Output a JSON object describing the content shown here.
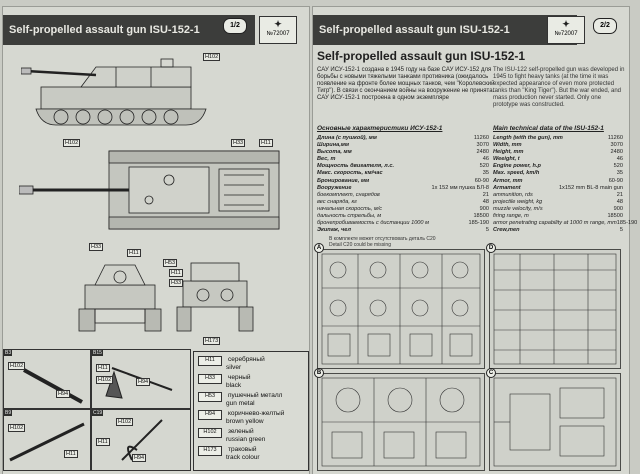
{
  "left_page": {
    "title": "Self-propelled assault gun ISU-152-1",
    "page_number": "1/2",
    "logo_number": "№72007",
    "callouts": {
      "h102_top": "H102",
      "h102_mid": "H102",
      "h33_mid": "H33",
      "h11_mid": "H11",
      "h33_low": "H33",
      "h11_low": "H11",
      "h53": "H53",
      "h11_r": "H11",
      "h33_r": "H33",
      "h173": "H173"
    },
    "insets": [
      {
        "tag": "B3",
        "codes": [
          "H102",
          "H94"
        ]
      },
      {
        "tag": "B15",
        "codes": [
          "H11",
          "H102",
          "H94"
        ]
      },
      {
        "tag": "B9",
        "codes": [
          "H102",
          "H11"
        ]
      },
      {
        "tag": "C19",
        "codes": [
          "H102",
          "H11",
          "H94"
        ]
      }
    ],
    "legend": [
      {
        "code": "H11",
        "ru": "серебряный",
        "en": "silver"
      },
      {
        "code": "H33",
        "ru": "черный",
        "en": "black"
      },
      {
        "code": "H53",
        "ru": "пушечный металл",
        "en": "gun metal"
      },
      {
        "code": "H94",
        "ru": "коричнево-желтый",
        "en": "brown yellow"
      },
      {
        "code": "H102",
        "ru": "зеленый",
        "en": "russian green"
      },
      {
        "code": "H173",
        "ru": "траковый",
        "en": "track colour"
      }
    ]
  },
  "right_page": {
    "header": "Self-propelled assault gun ISU-152-1",
    "page_number": "2/2",
    "logo_number": "№72007",
    "title": "Self-propelled assault gun ISU-152-1",
    "ru_intro": "САУ ИСУ-152-1 создана в 1945 году на базе САУ ИСУ-152 для борьбы с новыми тяжелыми танками противника (ожидалось появление на фронте более мощных танков, чем \"Королевский Тигр\"). В связи с окончанием войны на вооружение не принята. САУ ИСУ-152-1 построена в одном экземпляре",
    "en_intro": "The ISU-122 self-propelled gun was developed in 1945 to fight heavy tanks (at the time it was expected appearance of even more protected tanks than \"King Tiger\"). But the war ended, and mass production never started. Only one prototype was constructed.",
    "ru_spec_title": "Основные характеристики ИСУ-152-1",
    "en_spec_title": "Main technical data of the ISU-152-1",
    "ru_specs": [
      {
        "k": "Длина (с пушкой), мм",
        "v": "11260"
      },
      {
        "k": "Ширина,мм",
        "v": "3070"
      },
      {
        "k": "Высота, мм",
        "v": "2480"
      },
      {
        "k": "Вес, т",
        "v": "46"
      },
      {
        "k": "Мощность двигателя, л.с.",
        "v": "520"
      },
      {
        "k": "Макс. скорость, км/час",
        "v": "35"
      },
      {
        "k": "Бронирование, мм",
        "v": "60-90"
      },
      {
        "k": "Вооружение",
        "v": "1х 152 мм пушка БЛ-8"
      },
      {
        "k": "боекомплект, снарядов",
        "v": "21"
      },
      {
        "k": "вес снаряда, кг",
        "v": "48"
      },
      {
        "k": "начальная скорость, м/с",
        "v": "900"
      },
      {
        "k": "дальность стрельбы, м",
        "v": "18500"
      },
      {
        "k": "бронепробиваемость с дистанции 1000 м",
        "v": "185-190"
      },
      {
        "k": "Экипаж, чел",
        "v": "5"
      }
    ],
    "en_specs": [
      {
        "k": "Length (with the gun), mm",
        "v": "11260"
      },
      {
        "k": "Width, mm",
        "v": "3070"
      },
      {
        "k": "Height, mm",
        "v": "2480"
      },
      {
        "k": "Weeight, t",
        "v": "46"
      },
      {
        "k": "Engine power, h.p",
        "v": "520"
      },
      {
        "k": "Max. speed, km/h",
        "v": "35"
      },
      {
        "k": "Armor, mm",
        "v": "60-90"
      },
      {
        "k": "Armament",
        "v": "1x152 mm BL-8 main gun"
      },
      {
        "k": "ammunition, rds",
        "v": "21"
      },
      {
        "k": "projectile weight, kg",
        "v": "48"
      },
      {
        "k": "muzzle velocity, m/s",
        "v": "900"
      },
      {
        "k": "firing range, m",
        "v": "18500"
      },
      {
        "k": "armor penetrating capability at 1000 m range, mm",
        "v": "185-190"
      },
      {
        "k": "Crew,men",
        "v": "5"
      }
    ],
    "sprue_note_ru": "В комплекте может отсутствовать деталь C20",
    "sprue_note_en": "Detail C20 could be missing",
    "sprue_letters": [
      "A",
      "D",
      "B",
      "C"
    ]
  }
}
